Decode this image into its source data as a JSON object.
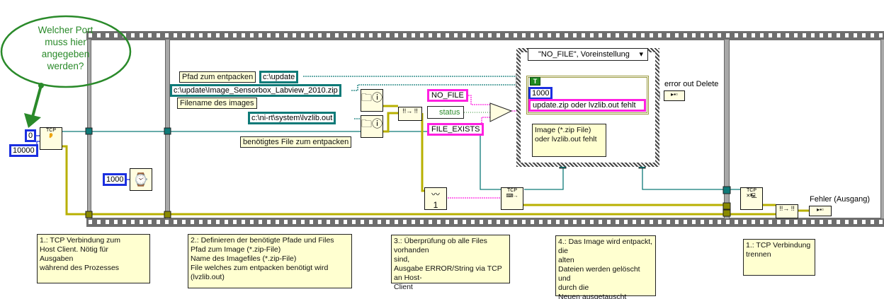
{
  "callout": {
    "text": "Welcher Port\nmuss hier\nangegeben\nwerden?",
    "color": "#2a8a2a"
  },
  "constants": {
    "port": "0",
    "timeout": "10000",
    "wait_ms": "1000",
    "case_code": "1000"
  },
  "labels": {
    "pfad_label": "Pfad zum entpacken",
    "pfad_value": "c:\\update",
    "image_path": "c:\\update\\Image_Sensorbox_Labview_2010.zip",
    "filename_label": "Filename des images",
    "lvzlib_path": "c:\\ni-rt\\system\\lvzlib.out",
    "needed_file_label": "benötigtes File zum entpacken",
    "no_file": "NO_FILE",
    "file_exists": "FILE_EXISTS",
    "status": "status",
    "tcp": "TCP",
    "error_out_delete": "error out Delete",
    "fehler_ausgang": "Fehler (Ausgang)",
    "bool_true": "T",
    "loop_count": "1"
  },
  "case_structure": {
    "selector": "\"NO_FILE\", Voreinstellung",
    "message": "update.zip oder lvzlib.out fehlt",
    "comment": "Image (*.zip File)\noder lvzlib.out fehlt"
  },
  "notes": [
    "1.: TCP Verbindung zum\nHost Client. Nötig für\nAusgaben\n während des Prozesses",
    "2.: Definieren der benötigte  Pfade und Files\nPfad zum Image (*.zip-File)\nName des Imagefiles  (*.zip-File)\nFile welches zum entpacken benötigt wird\n(lvzlib.out)",
    "3.: Überprüfung ob alle Files vorhanden\nsind,\nAusgabe ERROR/String via TCP an Host-\nClient",
    "4.: Das Image wird entpackt, die\nalten\nDateien werden gelöscht und\ndurch die\nNeuen ausgetauscht",
    "1.: TCP Verbindung\ntrennen"
  ],
  "colors": {
    "tcp_wire": "#0e7a78",
    "error_wire": "#c8c000",
    "string_wire": "#ff20e0",
    "numeric": "#1b2fe0",
    "callout": "#2a8a2a"
  }
}
